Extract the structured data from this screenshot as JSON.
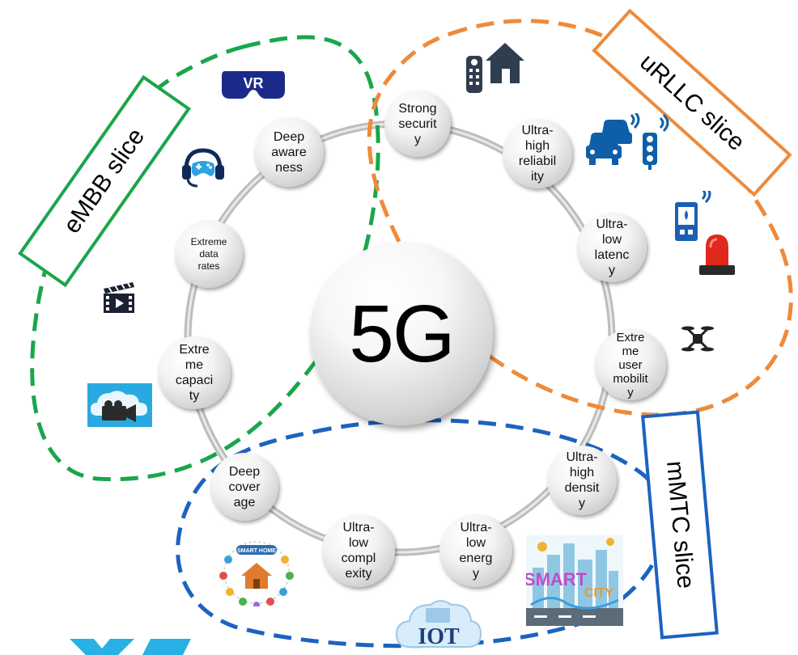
{
  "center": {
    "label": "5G"
  },
  "capabilities": [
    {
      "id": "strong-security",
      "text": "Strong\nsecurit\ny"
    },
    {
      "id": "ultra-high-reliability",
      "text": "Ultra-\nhigh\nreliabil\nity"
    },
    {
      "id": "ultra-low-latency",
      "text": "Ultra-\nlow\nlatenc\ny"
    },
    {
      "id": "extreme-user-mobility",
      "text": "Extre\nme\nuser\nmobilit\ny"
    },
    {
      "id": "ultra-high-density",
      "text": "Ultra-\nhigh\ndensit\ny"
    },
    {
      "id": "ultra-low-energy",
      "text": "Ultra-\nlow\nenerg\ny"
    },
    {
      "id": "ultra-low-complexity",
      "text": "Ultra-\nlow\ncompl\nexity"
    },
    {
      "id": "deep-coverage",
      "text": "Deep\ncover\nage"
    },
    {
      "id": "extreme-capacity",
      "text": "Extre\nme\ncapaci\nty"
    },
    {
      "id": "extreme-data-rates",
      "text": "Extreme\ndata\nrates"
    },
    {
      "id": "deep-awareness",
      "text": "Deep\naware\nness"
    }
  ],
  "slices": {
    "embb": {
      "label": "eMBB slice",
      "color": "#1aa64b"
    },
    "urllc": {
      "label": "uRLLC slice",
      "color": "#ee8a3a"
    },
    "mmtc": {
      "label": "mMTC slice",
      "color": "#1b63c0"
    }
  },
  "icons": {
    "vr": {
      "name": "vr-headset-icon",
      "text": "VR"
    },
    "gamepad": {
      "name": "gamepad-headset-icon"
    },
    "film": {
      "name": "film-clapper-icon"
    },
    "cloud-camera": {
      "name": "cloud-video-camera-icon"
    },
    "smart-home-remote": {
      "name": "smart-home-remote-icon"
    },
    "traffic": {
      "name": "connected-cars-traffic-light-icon"
    },
    "alarm": {
      "name": "emergency-alarm-icon"
    },
    "drone": {
      "name": "drone-icon"
    },
    "smart-home": {
      "name": "smart-home-devices-icon",
      "text": "SMART HOME"
    },
    "iot": {
      "name": "iot-cloud-icon",
      "text": "IOT"
    },
    "smart-city": {
      "name": "smart-city-icon",
      "text1": "SMART",
      "text2": "CITY"
    }
  }
}
